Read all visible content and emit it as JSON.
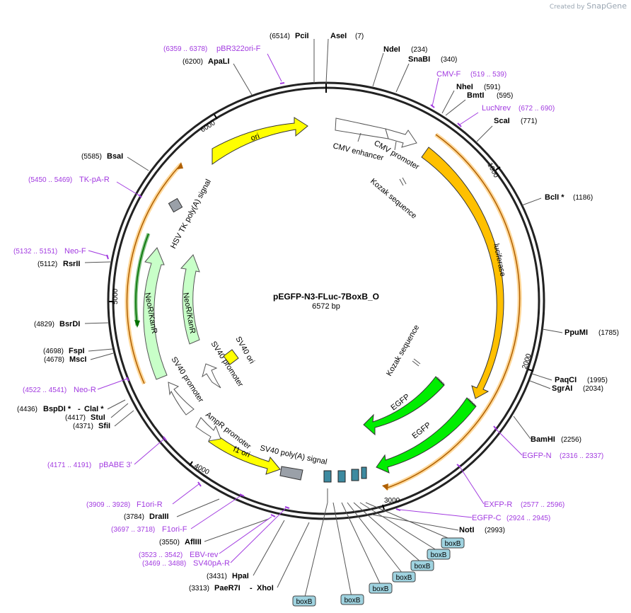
{
  "branding": {
    "created_by": "Created by",
    "app": "SnapGene"
  },
  "plasmid": {
    "name": "pEGFP-N3-FLuc-7BoxB_O",
    "length_label": "6572 bp"
  },
  "ruler_ticks": [
    "1000",
    "2000",
    "3000",
    "4000",
    "5000",
    "6000"
  ],
  "features": {
    "ori": "ori",
    "cmv_enhancer": "CMV enhancer",
    "cmv_promoter": "CMV promoter",
    "kozak1": "Kozak sequence",
    "luciferase": "luciferase",
    "kozak2": "Kozak sequence",
    "egfp1": "EGFP",
    "egfp2": "EGFP",
    "hsv": "HSV TK poly(A) signal",
    "neor_outer": "NeoR/KanR",
    "neor_inner": "NeoR/KanR",
    "sv40_promoter_outer": "SV40 promoter",
    "sv40_promoter_inner": "SV40 promoter",
    "sv40_ori": "SV40 ori",
    "ampr_promoter": "AmpR promoter",
    "f1_ori": "f1 ori",
    "sv40_polya": "SV40 poly(A) signal"
  },
  "enzymes": {
    "pcii": {
      "name": "PciI",
      "pos": "(6514)"
    },
    "asei": {
      "name": "AseI",
      "pos": "(7)"
    },
    "ndei": {
      "name": "NdeI",
      "pos": "(234)"
    },
    "snabi": {
      "name": "SnaBI",
      "pos": "(340)"
    },
    "nhei": {
      "name": "NheI",
      "pos": "(591)"
    },
    "bmti": {
      "name": "BmtI",
      "pos": "(595)"
    },
    "scai": {
      "name": "ScaI",
      "pos": "(771)"
    },
    "bcli": {
      "name": "BclI *",
      "pos": "(1186)"
    },
    "ppumi": {
      "name": "PpuMI",
      "pos": "(1785)"
    },
    "paqci": {
      "name": "PaqCI",
      "pos": "(1995)"
    },
    "sgrai": {
      "name": "SgrAI",
      "pos": "(2034)"
    },
    "bamhi": {
      "name": "BamHI",
      "pos": "(2256)"
    },
    "noti": {
      "name": "NotI",
      "pos": "(2993)"
    },
    "apali": {
      "name": "ApaLI",
      "pos": "(6200)"
    },
    "bsai": {
      "name": "BsaI",
      "pos": "(5585)"
    },
    "rsrii": {
      "name": "RsrII",
      "pos": "(5112)"
    },
    "bsrdi": {
      "name": "BsrDI",
      "pos": "(4829)"
    },
    "fspi": {
      "name": "FspI",
      "pos": "(4698)"
    },
    "msci": {
      "name": "MscI",
      "pos": "(4678)"
    },
    "bspdi": {
      "name": "BspDI *",
      "pos": "(4436)"
    },
    "clai": {
      "name": "ClaI *",
      "sep": "-"
    },
    "stui": {
      "name": "StuI",
      "pos": "(4417)"
    },
    "sfii": {
      "name": "SfiI",
      "pos": "(4371)"
    },
    "draiii": {
      "name": "DraIII",
      "pos": "(3784)"
    },
    "aflii": {
      "name": "AflIII",
      "pos": "(3550)"
    },
    "hpai": {
      "name": "HpaI",
      "pos": "(3431)"
    },
    "paer7i": {
      "name": "PaeR7I",
      "pos": "(3313)"
    },
    "xhoi": {
      "name": "XhoI",
      "sep": "-"
    }
  },
  "primers": {
    "pbr322ori": {
      "name": "pBR322ori-F",
      "range": "(6359 .. 6378)"
    },
    "cmvf": {
      "name": "CMV-F",
      "range": "(519 .. 539)"
    },
    "lucnrev": {
      "name": "LucNrev",
      "range": "(672 .. 690)"
    },
    "tkpar": {
      "name": "TK-pA-R",
      "range": "(5450 .. 5469)"
    },
    "neof": {
      "name": "Neo-F",
      "range": "(5132 .. 5151)"
    },
    "neor": {
      "name": "Neo-R",
      "range": "(4522 .. 4541)"
    },
    "pbabe3": {
      "name": "pBABE 3'",
      "range": "(4171 .. 4191)"
    },
    "f1orir": {
      "name": "F1ori-R",
      "range": "(3909 .. 3928)"
    },
    "f1orif": {
      "name": "F1ori-F",
      "range": "(3697 .. 3718)"
    },
    "ebvrev": {
      "name": "EBV-rev",
      "range": "(3523 .. 3542)"
    },
    "sv40par": {
      "name": "SV40pA-R",
      "range": "(3469 .. 3488)"
    },
    "egfpn": {
      "name": "EGFP-N",
      "range": "(2316 .. 2337)"
    },
    "exfpr": {
      "name": "EXFP-R",
      "range": "(2577 .. 2596)"
    },
    "egfpc": {
      "name": "EGFP-C",
      "range": "(2924 .. 2945)"
    }
  },
  "boxb_labels": [
    "boxB",
    "boxB",
    "boxB",
    "boxB",
    "boxB",
    "boxB",
    "boxB"
  ],
  "colors": {
    "yellow": "#ffff00",
    "orange": "#ffc000",
    "green": "#00ee00",
    "light_green": "#c8ffc8",
    "white_feature": "#ffffff",
    "gray_feature": "#9aa0a8",
    "primer": "#a23be0",
    "boxb_fill": "#9fd3e0",
    "boxb_rect": "#3d8aa0"
  }
}
